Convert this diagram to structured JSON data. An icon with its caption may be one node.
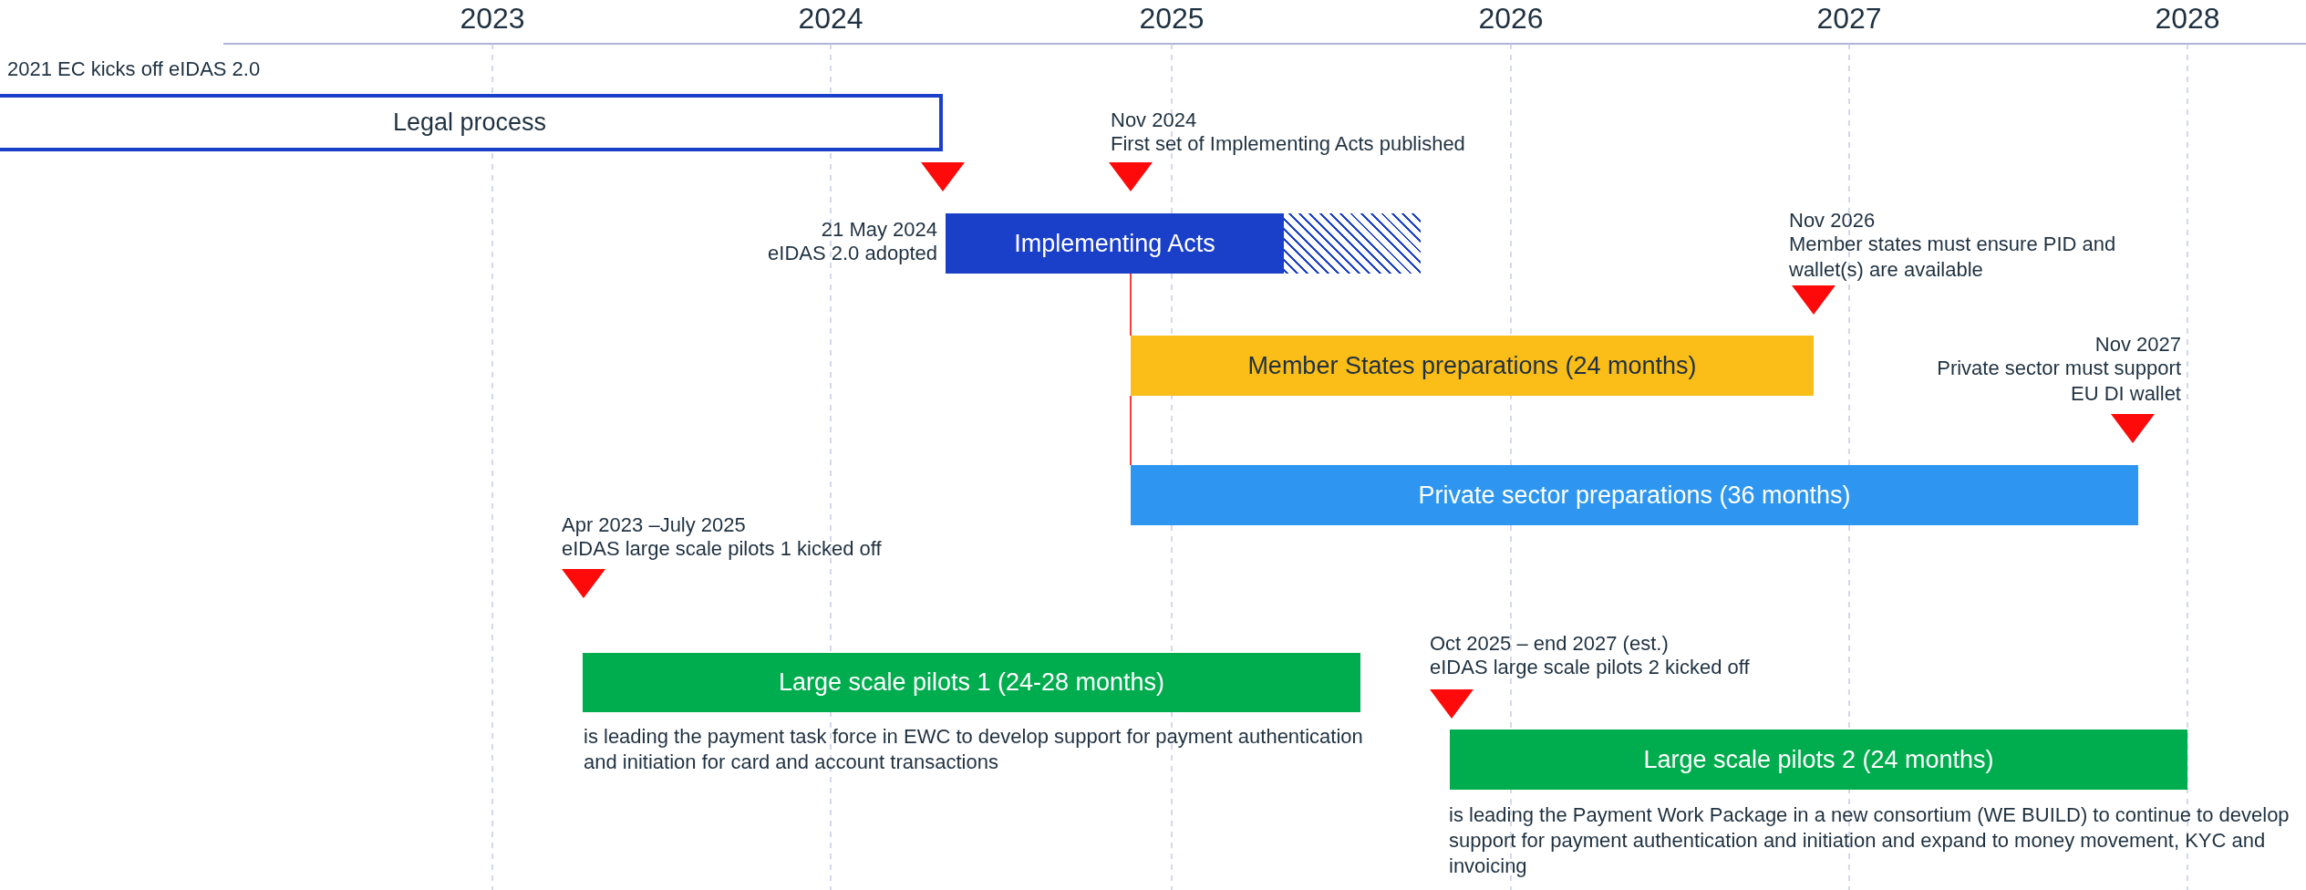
{
  "diagram": {
    "nodes": [
      {
        "text": [
          "Legal process"
        ]
      },
      {
        "text": [
          "Implementing Acts"
        ],
        "beside": [
          "21 May 2024",
          "eIDAS 2.0 adopted"
        ]
      },
      {
        "text": [
          "Member States preparations (24 months)"
        ]
      },
      {
        "text": [
          "Private sector preparations (36 months)"
        ]
      },
      {
        "text": [
          "Large scale pilots 1 (24-28 months)"
        ],
        "beside": [
          "is leading the payment task force in EWC to develop support for payment authentication and initiation for card and account transactions"
        ]
      },
      {
        "text": [
          "Large scale pilots 2 (24 months)"
        ],
        "beside": [
          "is leading the Payment Work Package in a new consortium (WE BUILD) to continue to develop support for payment authentication and initiation and expand to money movement, KYC and invoicing"
        ]
      }
    ],
    "edges": [
      {
        "from": 1,
        "to": 2,
        "arrow": "none"
      },
      {
        "from": 2,
        "to": 3,
        "arrow": "none"
      }
    ],
    "labels": [
      "2023",
      "2024",
      "2025",
      "2026",
      "2027",
      "2028",
      "2021 EC kicks off eIDAS 2.0",
      "Nov 2024",
      "First set of Implementing Acts published",
      "Nov 2026",
      "Member states must ensure PID and wallet(s) are available",
      "Nov 2027",
      "Private sector must support EU DI wallet",
      "Apr 2023 –July 2025",
      "eIDAS large scale pilots 1 kicked off",
      "Oct 2025 – end 2027 (est.)",
      "eIDAS large scale pilots 2 kicked off"
    ]
  }
}
